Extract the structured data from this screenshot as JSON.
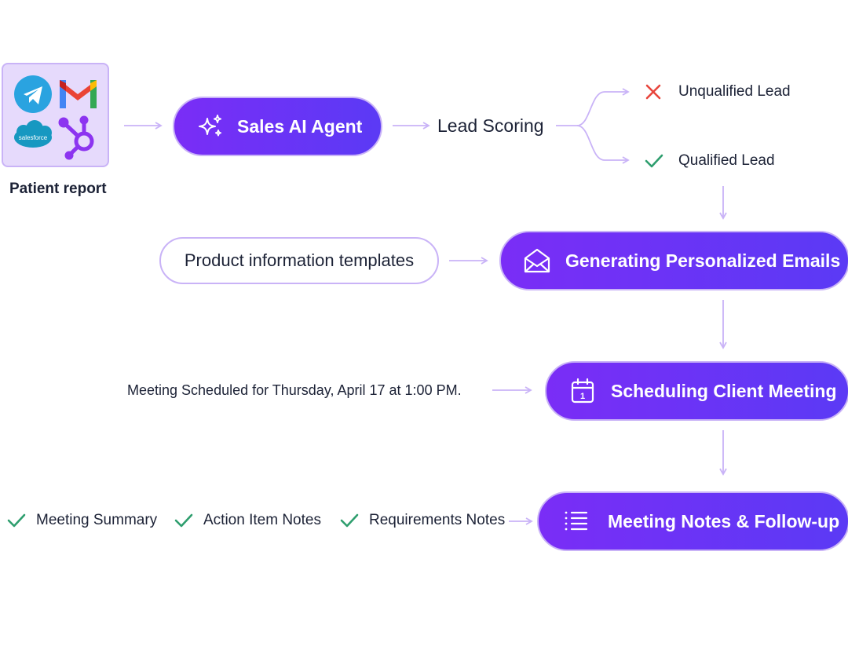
{
  "source": {
    "label": "Patient report",
    "icons": [
      "telegram-icon",
      "gmail-icon",
      "salesforce-icon",
      "hubspot-icon"
    ],
    "salesforce_text": "salesforce"
  },
  "agent": {
    "label": "Sales AI Agent",
    "icon": "sparkles-icon"
  },
  "lead_scoring": {
    "label": "Lead Scoring"
  },
  "outcomes": {
    "unqualified": {
      "label": "Unqualified Lead",
      "icon": "x-icon"
    },
    "qualified": {
      "label": "Qualified Lead",
      "icon": "check-icon"
    }
  },
  "templates": {
    "label": "Product information templates"
  },
  "emails": {
    "label": "Generating Personalized Emails",
    "icon": "envelope-icon"
  },
  "meeting_note": {
    "label": "Meeting Scheduled for Thursday, April 17 at 1:00 PM."
  },
  "scheduling": {
    "label": "Scheduling Client Meeting",
    "icon": "calendar-icon",
    "calendar_day": "1"
  },
  "followup_items": [
    {
      "label": "Meeting Summary"
    },
    {
      "label": "Action Item Notes"
    },
    {
      "label": "Requirements Notes"
    }
  ],
  "notes": {
    "label": "Meeting Notes & Follow-up",
    "icon": "list-icon"
  },
  "colors": {
    "accent_start": "#7a2df6",
    "accent_end": "#5b3af5",
    "connector": "#c9b3f7",
    "check": "#2e9e6e",
    "cross": "#e8453c",
    "text": "#1c2236"
  }
}
